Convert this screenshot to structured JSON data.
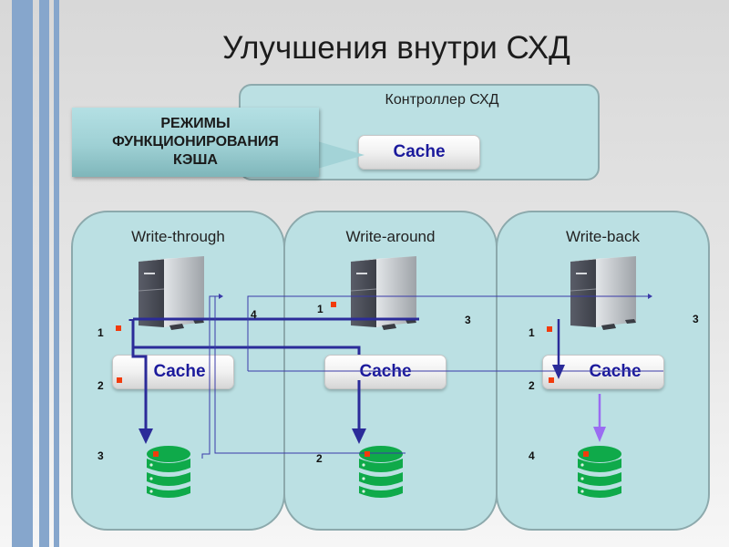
{
  "title": "Улучшения внутри СХД",
  "controller": {
    "label": "Контроллер СХД",
    "cache_label": "Cache"
  },
  "callout": {
    "lines": [
      "РЕЖИМЫ",
      "ФУНКЦИОНИРОВАНИЯ",
      "КЭША"
    ]
  },
  "panels": [
    {
      "label": "Write-through",
      "cache_label": "Cache",
      "steps": [
        "1",
        "2",
        "3"
      ]
    },
    {
      "label": "Write-around",
      "cache_label": "Cache",
      "steps": [
        "1",
        "2",
        "3",
        "4"
      ]
    },
    {
      "label": "Write-back",
      "cache_label": "Cache",
      "steps": [
        "1",
        "2",
        "3",
        "4"
      ]
    }
  ],
  "colors": {
    "arrow_primary": "#2b2b99",
    "arrow_async": "#9a6cf2",
    "marker": "#f23b0c",
    "database": "#0faa4a",
    "panel_bg": "#bbe0e3",
    "cache_text": "#1b1a9c"
  }
}
